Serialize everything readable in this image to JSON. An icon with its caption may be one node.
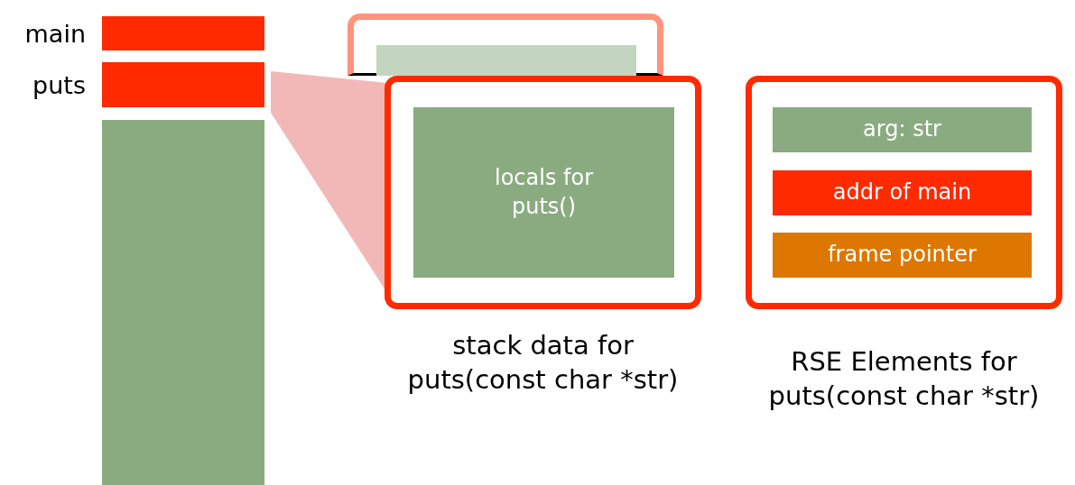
{
  "diagram": {
    "nodes": [
      {
        "text": [
          "main"
        ]
      },
      {
        "text": [
          "puts"
        ]
      },
      {
        "text": [],
        "shape": "bar"
      },
      {
        "text": [],
        "shape": "box"
      },
      {
        "text": [],
        "shape": "box",
        "in": 3
      },
      {
        "text": [
          "stack data for puts(const char *str)"
        ]
      },
      {
        "text": [
          "locals for puts()"
        ],
        "in": 5
      },
      {
        "text": [
          "RSE Elements for puts(const char *str)"
        ]
      },
      {
        "text": [
          "arg: str"
        ],
        "in": 7
      },
      {
        "text": [
          "addr of main"
        ],
        "in": 7
      },
      {
        "text": [
          "frame pointer"
        ],
        "in": 7
      }
    ],
    "edges": [
      {
        "from": 1,
        "to": 5,
        "arrow": "none"
      }
    ]
  }
}
